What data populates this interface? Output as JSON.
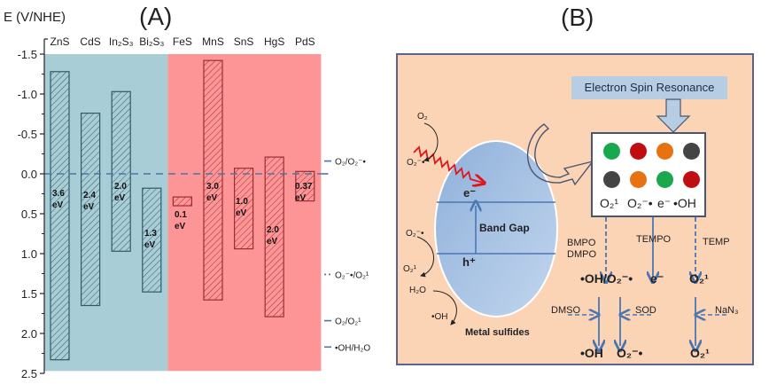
{
  "panel_a": {
    "label": "(A)",
    "chart_data": {
      "type": "bar",
      "subtype": "floating-range",
      "title": "(A)",
      "ylabel": "E (V/NHE)",
      "ylim": [
        -1.5,
        2.5
      ],
      "y_inverted": true,
      "yticks": [
        "-1.5",
        "-1.0",
        "-0.5",
        "0.0",
        "0.5",
        "1.0",
        "1.5",
        "2.0",
        "2.5"
      ],
      "ytick_values": [
        -1.5,
        -1.0,
        -0.5,
        0.0,
        0.5,
        1.0,
        1.5,
        2.0,
        2.5
      ],
      "grid": false,
      "categories": [
        "ZnS",
        "CdS",
        "In₂S₃",
        "Bi₂S₃",
        "FeS",
        "MnS",
        "SnS",
        "HgS",
        "PdS"
      ],
      "series": [
        {
          "name": "conduction band edge",
          "values": [
            -1.28,
            -0.76,
            -1.03,
            0.18,
            0.29,
            -1.42,
            -0.07,
            -0.21,
            -0.03
          ]
        },
        {
          "name": "valence band edge",
          "values": [
            2.33,
            1.65,
            0.97,
            1.48,
            0.4,
            1.58,
            0.94,
            1.79,
            0.34
          ]
        }
      ],
      "band_gap_labels": [
        "3.6\neV",
        "2.4\neV",
        "2.0\neV",
        "1.3\neV",
        "0.1\neV",
        "3.0\neV",
        "1.0\neV",
        "2.0\neV",
        "0.37\neV"
      ],
      "groups": [
        {
          "name": "group-1",
          "categories": [
            "ZnS",
            "CdS",
            "In₂S₃",
            "Bi₂S₃"
          ],
          "color": "#a9cdd6",
          "bar_color": "#2f5a66"
        },
        {
          "name": "group-2",
          "categories": [
            "FeS",
            "MnS",
            "SnS",
            "HgS",
            "PdS"
          ],
          "color": "#fd9597",
          "bar_color": "#9a2d2f"
        }
      ],
      "reference_lines": [
        {
          "label": "O₂/O₂⁻•",
          "value": -0.16,
          "style": "dashed-long"
        },
        {
          "label": "",
          "value": 0.0,
          "style": "dashed"
        },
        {
          "label": "O₂⁻•/O₂¹",
          "value": 1.26,
          "style": "dotted"
        },
        {
          "label": "O₂/O₂¹",
          "value": 1.84,
          "style": "solid"
        },
        {
          "label": "•OH/H₂O",
          "value": 2.17,
          "style": "solid"
        }
      ],
      "colors": {
        "axis": "#222222",
        "ref_line": "#4a77a8"
      }
    }
  },
  "panel_b": {
    "label": "(B)",
    "esr_box": "Electron Spin Resonance",
    "ellipse_label": "Metal sulfides",
    "band_gap": "Band Gap",
    "electron": "e⁻",
    "hole": "h⁺",
    "left_reactions": [
      {
        "from": "O₂",
        "to": "O₂⁻•"
      },
      {
        "from": "O₂⁻•",
        "to": "O₂¹"
      },
      {
        "from": "H₂O",
        "to": "•OH"
      }
    ],
    "dot_rows": [
      [
        "#1aa84f",
        "#c00d12",
        "#e7720f",
        "#444444"
      ],
      [
        "#444444",
        "#e7720f",
        "#1aa84f",
        "#c00d12"
      ]
    ],
    "species": [
      "O₂¹",
      "O₂⁻•",
      "e⁻",
      "•OH"
    ],
    "traps": {
      "left": "BMPO\nDMPO",
      "middle": "TEMPO",
      "right": "TEMP"
    },
    "detected": {
      "left": "•OH/O₂⁻•",
      "middle": "e⁻",
      "right": "O₂¹"
    },
    "scavengers": {
      "dmso": "DMSO",
      "sod": "SOD",
      "nan3": "NaN₃"
    },
    "final": {
      "oh": "•OH",
      "o2rad": "O₂⁻•",
      "o2singlet": "O₂¹"
    },
    "colors": {
      "background": "#fbd3b5",
      "border": "#5b6488",
      "ellipse": "#9dbbe0",
      "arrow": "#4a77b4",
      "light": "#e0161b"
    }
  }
}
